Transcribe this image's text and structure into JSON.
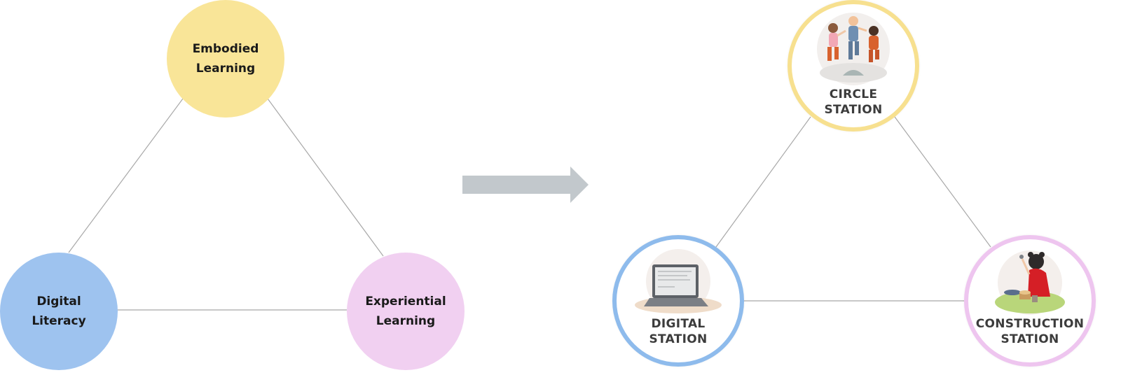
{
  "left_triangle": {
    "nodes": [
      {
        "id": "embodied",
        "lines": [
          "Embodied",
          "Learning"
        ],
        "color": "#f9e598"
      },
      {
        "id": "digital-lit",
        "lines": [
          "Digital",
          "Literacy"
        ],
        "color": "#9ec3ef"
      },
      {
        "id": "experiential",
        "lines": [
          "Experiential",
          "Learning"
        ],
        "color": "#f1d0f1"
      }
    ]
  },
  "arrow": {
    "color": "#c2c8cc"
  },
  "right_triangle": {
    "stations": [
      {
        "id": "st-circle",
        "lines": [
          "CIRCLE",
          "STATION"
        ],
        "border": "#f7e08f",
        "illustration": "children-dancing-illustration"
      },
      {
        "id": "st-digital",
        "lines": [
          "DIGITAL",
          "STATION"
        ],
        "border": "#8ebbec",
        "illustration": "laptop-illustration"
      },
      {
        "id": "st-construct",
        "lines": [
          "CONSTRUCTION",
          "STATION"
        ],
        "border": "#eec5ef",
        "illustration": "child-building-illustration"
      }
    ]
  },
  "line_color": "#a8a8a8"
}
